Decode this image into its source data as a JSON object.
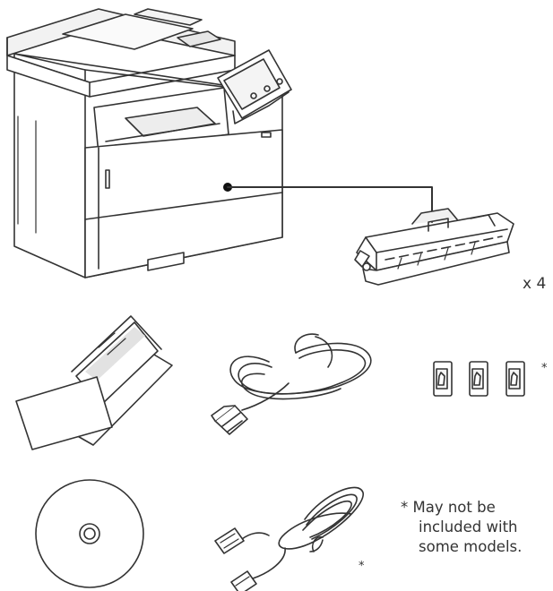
{
  "quantity_label": "x 4",
  "asterisk": "*",
  "footnote": {
    "line1": "* May not be",
    "line2": "included with",
    "line3": "some models."
  },
  "colors": {
    "stroke": "#333333",
    "fill": "#ffffff",
    "shade": "#dedede",
    "dark": "#111111"
  },
  "items": [
    "printer-icon",
    "toner-cartridge-icon",
    "manuals-icon",
    "power-cord-icon",
    "color-labels-icon",
    "cd-rom-icon",
    "telephone-cable-icon"
  ]
}
